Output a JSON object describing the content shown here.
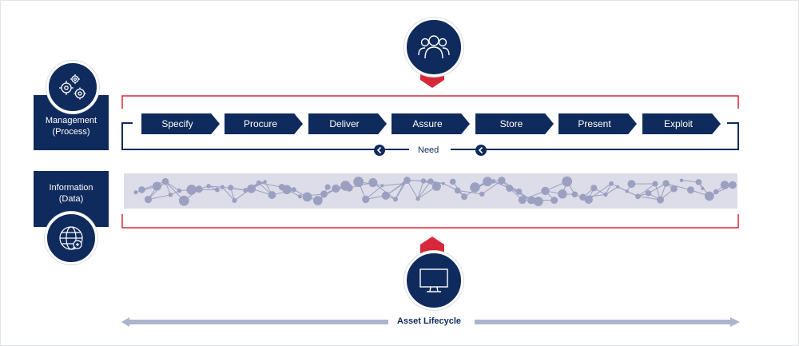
{
  "colors": {
    "navy": "#0f2a5c",
    "red": "#d8273a",
    "lavender": "#dcdde8",
    "track": "#aeb4cd"
  },
  "management": {
    "line1": "Management",
    "line2": "(Process)"
  },
  "information": {
    "line1": "Information",
    "line2": "(Data)"
  },
  "stages": [
    "Specify",
    "Procure",
    "Deliver",
    "Assure",
    "Store",
    "Present",
    "Exploit"
  ],
  "need_label": "Need",
  "lifecycle_label": "Asset Lifecycle",
  "icons": {
    "top": "people-icon",
    "management": "gears-icon",
    "information": "globe-data-icon",
    "bottom": "monitor-icon"
  }
}
